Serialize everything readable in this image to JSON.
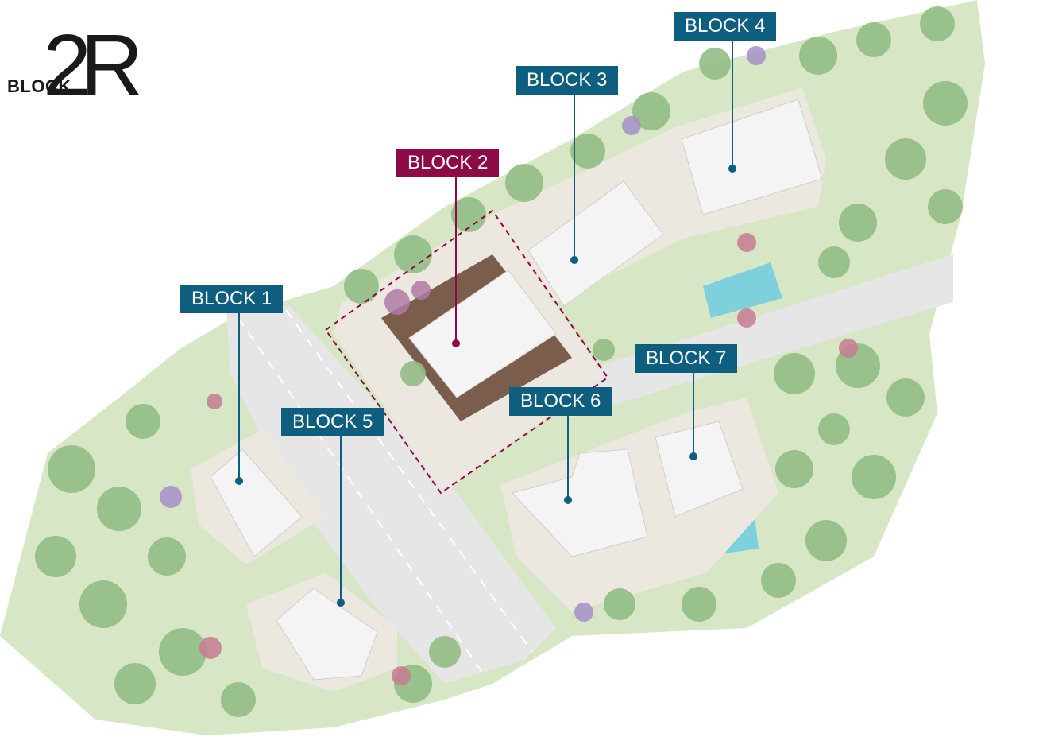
{
  "logo": {
    "prefix": "BLOCK",
    "mark": "2R"
  },
  "colors": {
    "label": "#0e5e80",
    "highlight": "#8e0a47",
    "grass": "#d7e6c4",
    "tree": "#93bd86",
    "road": "#e6e6e6",
    "building": "#f4f4f4",
    "plaza": "#ece7df",
    "pool": "#7fd0dd"
  },
  "blocks": [
    {
      "id": "block-1",
      "label": "BLOCK 1",
      "highlighted": false
    },
    {
      "id": "block-2",
      "label": "BLOCK 2",
      "highlighted": true
    },
    {
      "id": "block-3",
      "label": "BLOCK 3",
      "highlighted": false
    },
    {
      "id": "block-4",
      "label": "BLOCK 4",
      "highlighted": false
    },
    {
      "id": "block-5",
      "label": "BLOCK 5",
      "highlighted": false
    },
    {
      "id": "block-6",
      "label": "BLOCK 6",
      "highlighted": false
    },
    {
      "id": "block-7",
      "label": "BLOCK 7",
      "highlighted": false
    }
  ]
}
